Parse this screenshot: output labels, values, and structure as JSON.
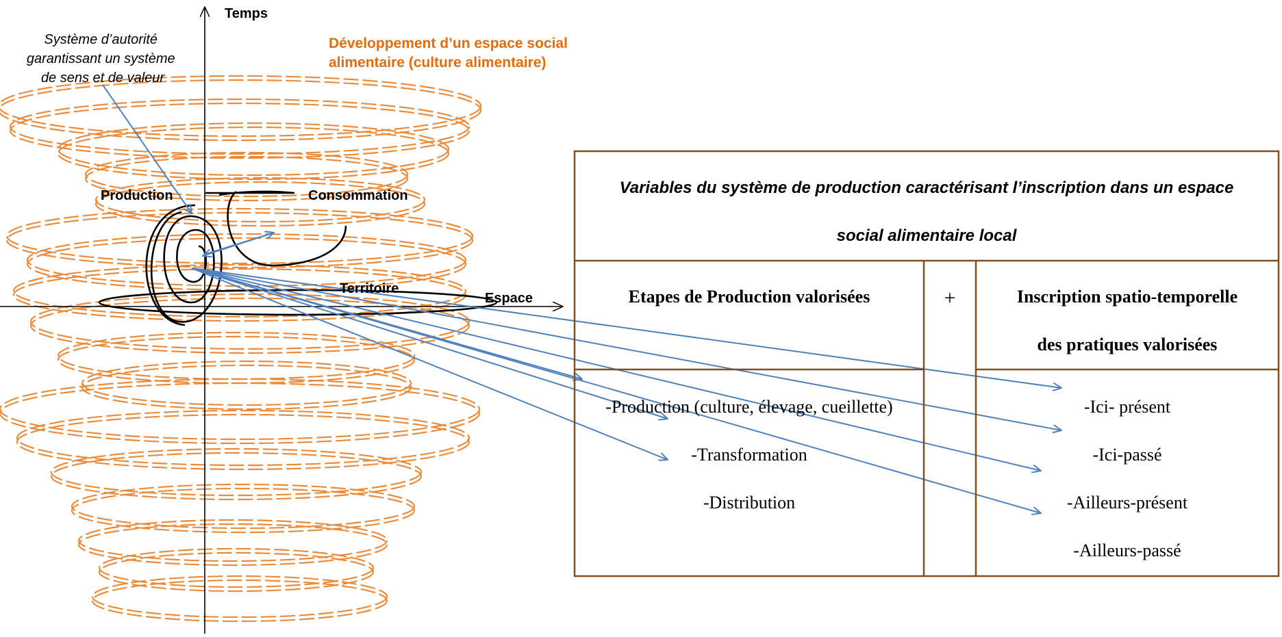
{
  "axes": {
    "time_label": "Temps",
    "space_label": "Espace"
  },
  "labels": {
    "authority": [
      "Système d’autorité",
      "garantissant un système",
      "de sens et de valeur"
    ],
    "food_space": [
      "Développement d’un espace social",
      "alimentaire (culture alimentaire)"
    ],
    "production": "Production",
    "consumption": "Consommation",
    "territory": "Territoire"
  },
  "table": {
    "title_line1": "Variables du système de production caractérisant l’inscription dans un espace",
    "title_line2": "social alimentaire local",
    "left_header": "Etapes de Production valorisées",
    "plus": "+",
    "right_header_line1": "Inscription spatio-temporelle",
    "right_header_line2": "des pratiques valorisées",
    "left_items": [
      "-Production (culture, élevage, cueillette)",
      "-Transformation",
      "-Distribution"
    ],
    "right_items": [
      "-Ici- présent",
      "-Ici-passé",
      "-Ailleurs-présent",
      "-Ailleurs-passé"
    ]
  },
  "colors": {
    "spiral": "#E98B3A",
    "arrow": "#4F81BD",
    "table_border": "#7F4F1E",
    "label_orange": "#E36C0A"
  }
}
